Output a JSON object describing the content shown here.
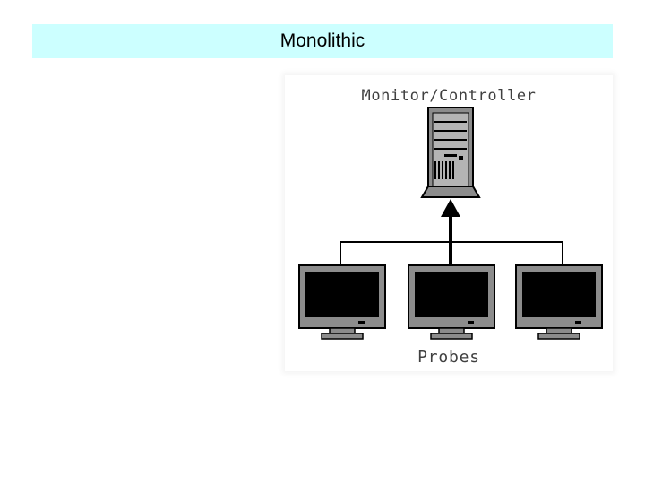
{
  "slide": {
    "title": "Monolithic"
  },
  "diagram": {
    "top_label": "Monitor/Controller",
    "bottom_label": "Probes",
    "controller_icon": "server-tower-icon",
    "probe_icon": "monitor-icon",
    "probe_count": 3,
    "colors": {
      "title_background": "#ccffff",
      "line": "#000000",
      "screen": "#000000",
      "device_body": "#8c8c8c",
      "label_text": "#404040"
    }
  }
}
